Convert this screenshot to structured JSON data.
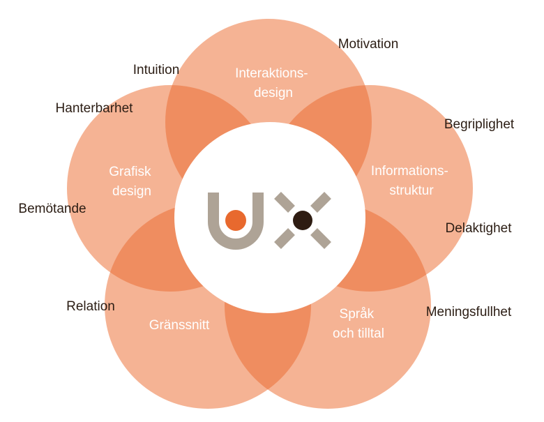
{
  "diagram": {
    "colors": {
      "petal": "#f5b394",
      "overlap": "#ef8d60",
      "center": "#ffffff",
      "u_letter": "#aea396",
      "x_letter": "#aea396",
      "orange_dot": "#e8692e",
      "dark_dot": "#2e1c12",
      "petal_text": "#ffffff",
      "outer_text": "#2b1d14"
    },
    "petals": [
      {
        "id": "interaktionsdesign",
        "lines": [
          "Interaktions-",
          "design"
        ]
      },
      {
        "id": "informationsstruktur",
        "lines": [
          "Informations-",
          "struktur"
        ]
      },
      {
        "id": "sprak-och-tilltal",
        "lines": [
          "Språk",
          "och tilltal"
        ]
      },
      {
        "id": "granssnitt",
        "lines": [
          "Gränssnitt"
        ]
      },
      {
        "id": "grafisk-design",
        "lines": [
          "Grafisk",
          "design"
        ]
      }
    ],
    "outer_labels": [
      "Motivation",
      "Intuition",
      "Hanterbarhet",
      "Begriplighet",
      "Bemötande",
      "Delaktighet",
      "Relation",
      "Meningsfullhet"
    ],
    "logo": {
      "name": "ux-logo",
      "letters": "UX"
    }
  }
}
